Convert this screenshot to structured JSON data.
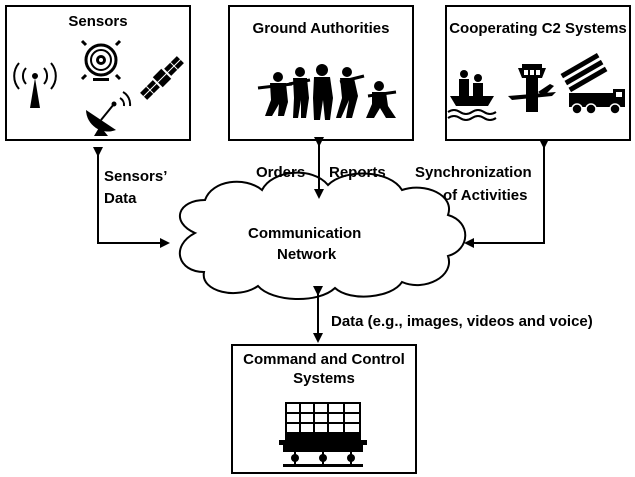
{
  "nodes": {
    "sensors": {
      "title": "Sensors"
    },
    "ground": {
      "title": "Ground Authorities"
    },
    "cooperating": {
      "title": "Cooperating C2 Systems"
    },
    "network": {
      "line1": "Communication",
      "line2": "Network"
    },
    "c2": {
      "line1": "Command and Control",
      "line2": "Systems"
    }
  },
  "edges": {
    "sensors_data": {
      "line1": "Sensors’",
      "line2": "Data"
    },
    "orders": "Orders",
    "reports": "Reports",
    "sync": {
      "line1": "Synchronization",
      "line2": "of Activities"
    },
    "data": "Data (e.g., images, videos and voice)"
  },
  "icons": {
    "sensors": [
      "antenna-tower-icon",
      "radar-scanner-icon",
      "satellite-icon",
      "satellite-dish-icon"
    ],
    "ground": [
      "soldiers-silhouette-icon"
    ],
    "cooperating": [
      "rescue-boat-icon",
      "control-tower-icon",
      "missile-launcher-truck-icon"
    ],
    "c2": [
      "control-room-icon"
    ]
  }
}
